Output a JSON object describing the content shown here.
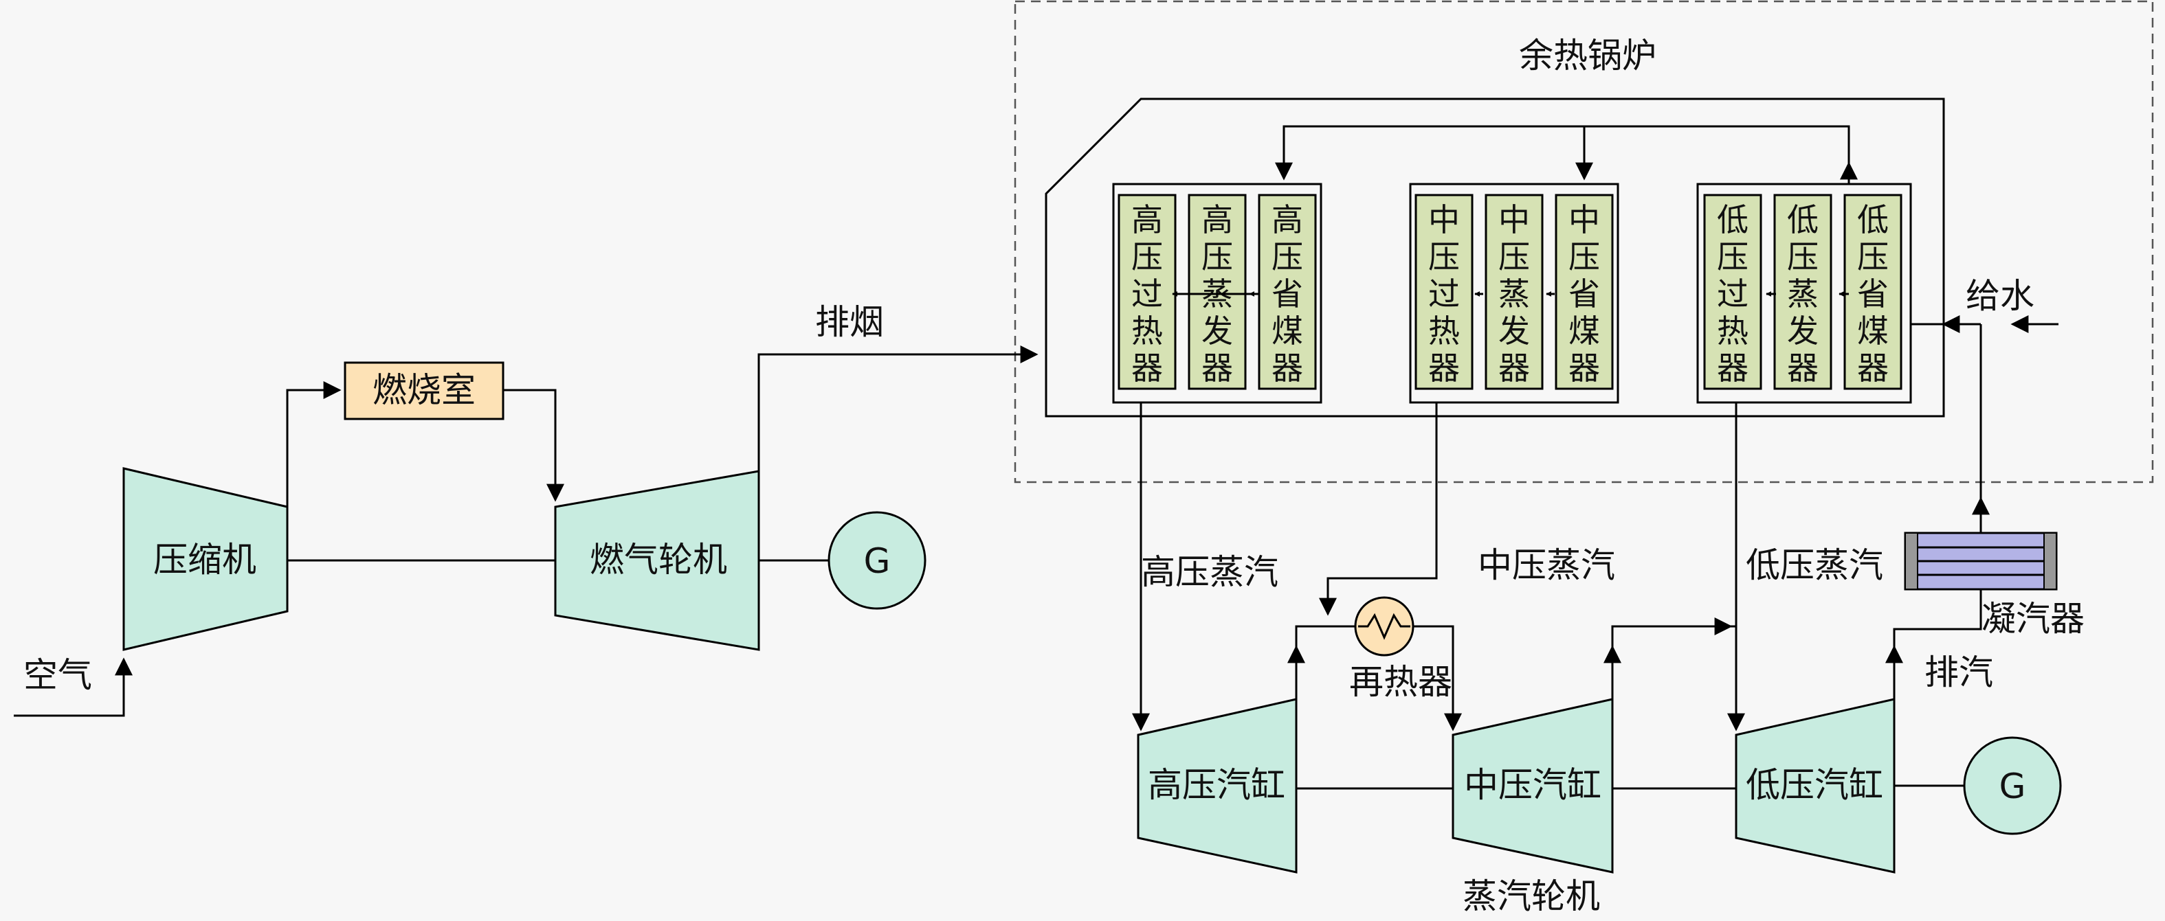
{
  "labels": {
    "hrsg": "余热锅炉",
    "compressor": "压缩机",
    "combustor": "燃烧室",
    "gas_turbine": "燃气轮机",
    "air": "空气",
    "exhaust_gas": "排烟",
    "generator_gas": "G",
    "generator_steam": "G",
    "hp_steam": "高压蒸汽",
    "ip_steam": "中压蒸汽",
    "lp_steam": "低压蒸汽",
    "reheater": "再热器",
    "condenser": "凝汽器",
    "exhaust_steam": "排汽",
    "feedwater": "给水",
    "hp_cylinder": "高压汽缸",
    "ip_cylinder": "中压汽缸",
    "lp_cylinder": "低压汽缸",
    "steam_turbine": "蒸汽轮机"
  },
  "hrsg_modules": [
    {
      "name": "hp",
      "cells": [
        "高压过热器",
        "高压蒸发器",
        "高压省煤器"
      ]
    },
    {
      "name": "ip",
      "cells": [
        "中压过热器",
        "中压蒸发器",
        "中压省煤器"
      ]
    },
    {
      "name": "lp",
      "cells": [
        "低压过热器",
        "低压蒸发器",
        "低压省煤器"
      ]
    }
  ],
  "colors": {
    "equipment_fill": "#c8ece0",
    "module_fill": "#d6e2b4",
    "combustor_fill": "#fde2b6",
    "condenser_fill": "#b3b3e6",
    "background": "#f7f7f7"
  }
}
